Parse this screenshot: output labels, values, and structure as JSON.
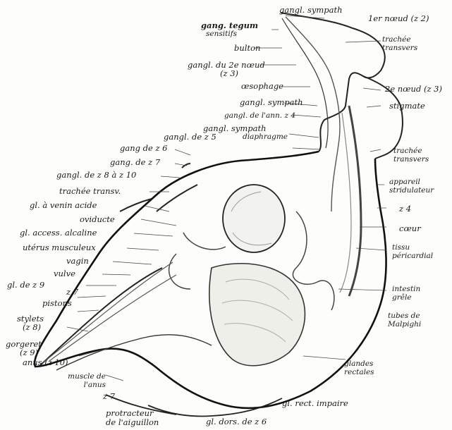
{
  "labels": {
    "gangl_sympath_top": "gangl. sympath",
    "premier_noeud": "1er nœud (z 2)",
    "trachee_transvers_top": "trachée transvers",
    "gang_tegum": "gang. tegum",
    "sensitifs": "sensitifs",
    "bulton": "bulton",
    "gangl_2e_noeud": "gangl. du 2e nœud",
    "z3_left": "(z 3)",
    "deuxieme_noeud": "2e nœud (z 3)",
    "oesophage": "œsophage",
    "stigmate": "stigmate",
    "gangl_sympath_mid": "gangl. sympath",
    "gangl_ann_z4": "gangl. de l'ann. z 4",
    "gangl_sympath_low": "gangl. sympath",
    "gangl_de_z5": "gangl. de z 5",
    "diaphragme": "diaphragme",
    "trachee_transvers_right": "trachée transvers",
    "gang_de_z6": "gang de z 6",
    "gang_de_z7": "gang. de z 7",
    "gangl_z8_z10": "gangl. de z 8 à z 10",
    "appareil_stridulateur": "appareil stridulateur",
    "trachee_transv_left": "trachée transv.",
    "gl_venin_acide": "gl. à venin acide",
    "z4_right": "z 4",
    "oviducte": "oviducte",
    "gl_access_alcaline": "gl. access. alcaline",
    "coeur": "cœur",
    "uterus_musculeux": "utérus musculeux",
    "tissu_pericardial": "tissu péricardial",
    "vagin": "vagin",
    "vulve": "vulve",
    "gl_de_z9": "gl. de z 9",
    "z7_left": "z 7",
    "intestin_grele": "intestin grêle",
    "pistons": "pistons",
    "stylets": "stylets",
    "z8": "(z 8)",
    "tubes_malpighi": "tubes de Malpighi",
    "gorgeret": "gorgeret",
    "z9": "(z 9)",
    "anus_z10": "anus (z 10)",
    "glandes_rectales": "glandes rectales",
    "muscle_anus": "muscle de l'anus",
    "z7_bottom": "z 7",
    "gl_rect_impaire": "gl. rect. impaire",
    "protracteur": "protracteur",
    "aiguillon": "de l'aiguillon",
    "gl_dors_z6": "gl. dors. de z 6"
  }
}
